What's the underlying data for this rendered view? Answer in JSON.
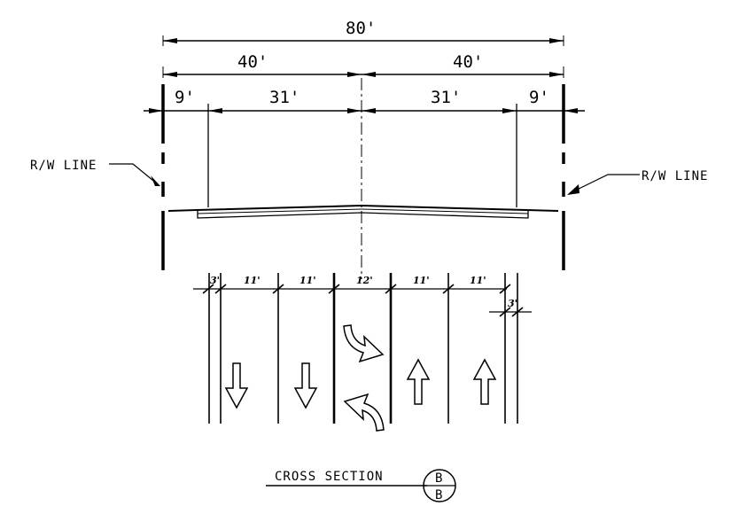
{
  "dimensions": {
    "total": "80'",
    "half_left": "40'",
    "half_right": "40'",
    "left_border": "9'",
    "left_roadway": "31'",
    "right_roadway": "31'",
    "right_border": "9'"
  },
  "row_labels": {
    "left": "R/W LINE",
    "right": "R/W LINE"
  },
  "lanes": {
    "left_shoulder": "3'",
    "lane_1": "11'",
    "lane_2": "11'",
    "center_lane": "12'",
    "lane_4": "11'",
    "lane_5": "11'",
    "right_shoulder": "3'"
  },
  "title": {
    "text": "CROSS SECTION",
    "bubble_top": "B",
    "bubble_bottom": "B"
  },
  "lane_arrows": [
    "arrow-down-icon",
    "arrow-down-icon",
    "turn-arrow-right-icon",
    "turn-arrow-left-icon",
    "arrow-up-icon",
    "arrow-up-icon"
  ]
}
